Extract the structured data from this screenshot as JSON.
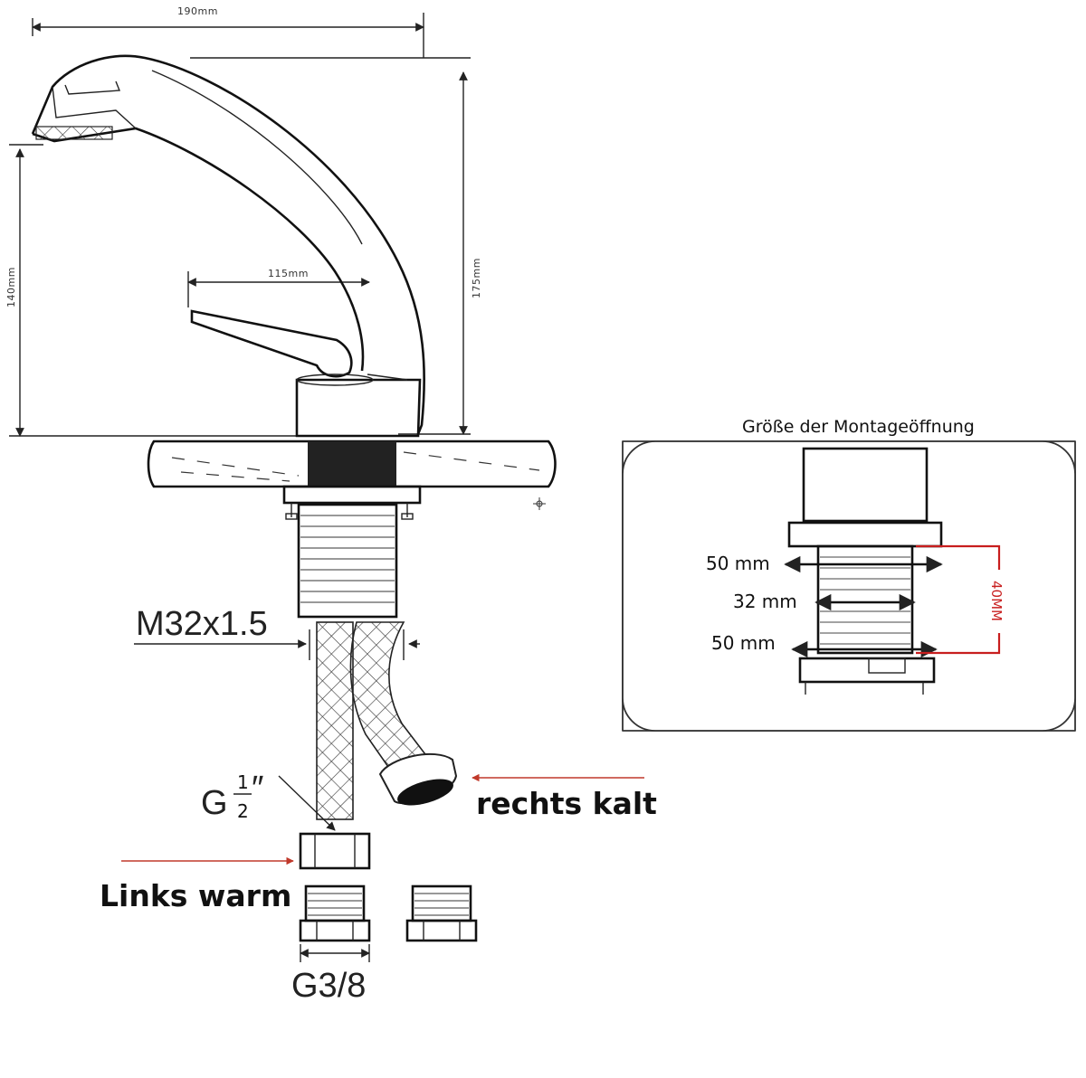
{
  "dimensions": {
    "width_total": "190mm",
    "height_left": "140mm",
    "height_right": "175mm",
    "lever_length": "115mm",
    "thread": "M32x1.5",
    "hose_thread_num": "1",
    "hose_thread_den": "2",
    "hose_thread_prefix": "G",
    "hose_thread_suffix": "″",
    "adapter_thread": "G3/8"
  },
  "labels": {
    "cold_right": "rechts kalt",
    "warm_left": "Links warm"
  },
  "inset": {
    "title": "Größe der Montageöffnung",
    "dim_top": "50 mm",
    "dim_mid": "32 mm",
    "dim_bottom": "50 mm",
    "dim_height": "40MM"
  },
  "colors": {
    "arrow_accent": "#c0392b",
    "inset_dimension": "#c81e1e",
    "line": "#222222"
  }
}
